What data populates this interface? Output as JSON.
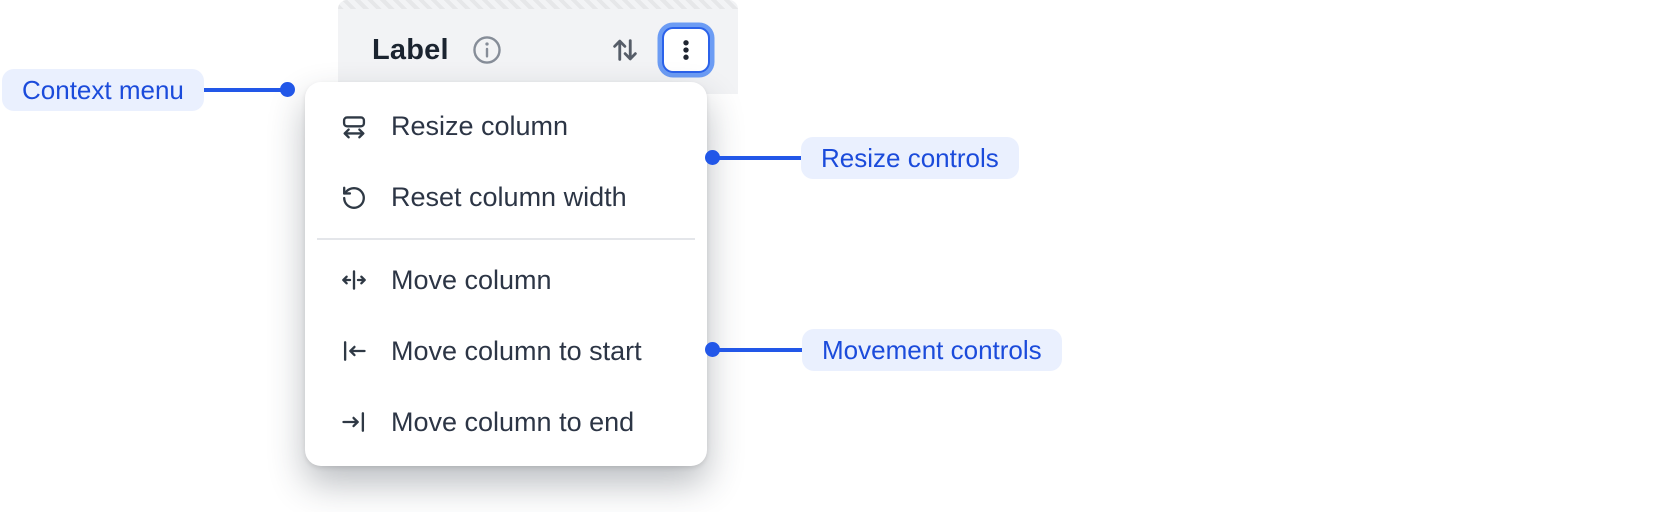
{
  "colors": {
    "accent_blue": "#2257e8",
    "annotation_text": "#1b4bdb",
    "annotation_bg": "#eaf0fe",
    "focus_ring_inner": "#2b62ea",
    "focus_ring_outer": "#6c9cf4",
    "header_bg": "#f2f3f5",
    "menu_bg": "#ffffff",
    "menu_text": "#2c3545",
    "icon_gray": "#868d98"
  },
  "header": {
    "label": "Label",
    "icons": {
      "info": "info-icon",
      "sort": "sort-vertical-icon",
      "menu": "kebab-menu-icon"
    }
  },
  "menu": {
    "groups": [
      {
        "name": "resize",
        "items": [
          {
            "icon": "resize-column-icon",
            "label": "Resize column"
          },
          {
            "icon": "reset-column-width-icon",
            "label": "Reset column width"
          }
        ]
      },
      {
        "name": "movement",
        "items": [
          {
            "icon": "move-column-icon",
            "label": "Move column"
          },
          {
            "icon": "move-column-to-start-icon",
            "label": "Move column to start"
          },
          {
            "icon": "move-column-to-end-icon",
            "label": "Move column to end"
          }
        ]
      }
    ]
  },
  "annotations": [
    {
      "id": "context-menu",
      "label": "Context menu"
    },
    {
      "id": "resize-controls",
      "label": "Resize controls"
    },
    {
      "id": "movement-controls",
      "label": "Movement controls"
    }
  ]
}
